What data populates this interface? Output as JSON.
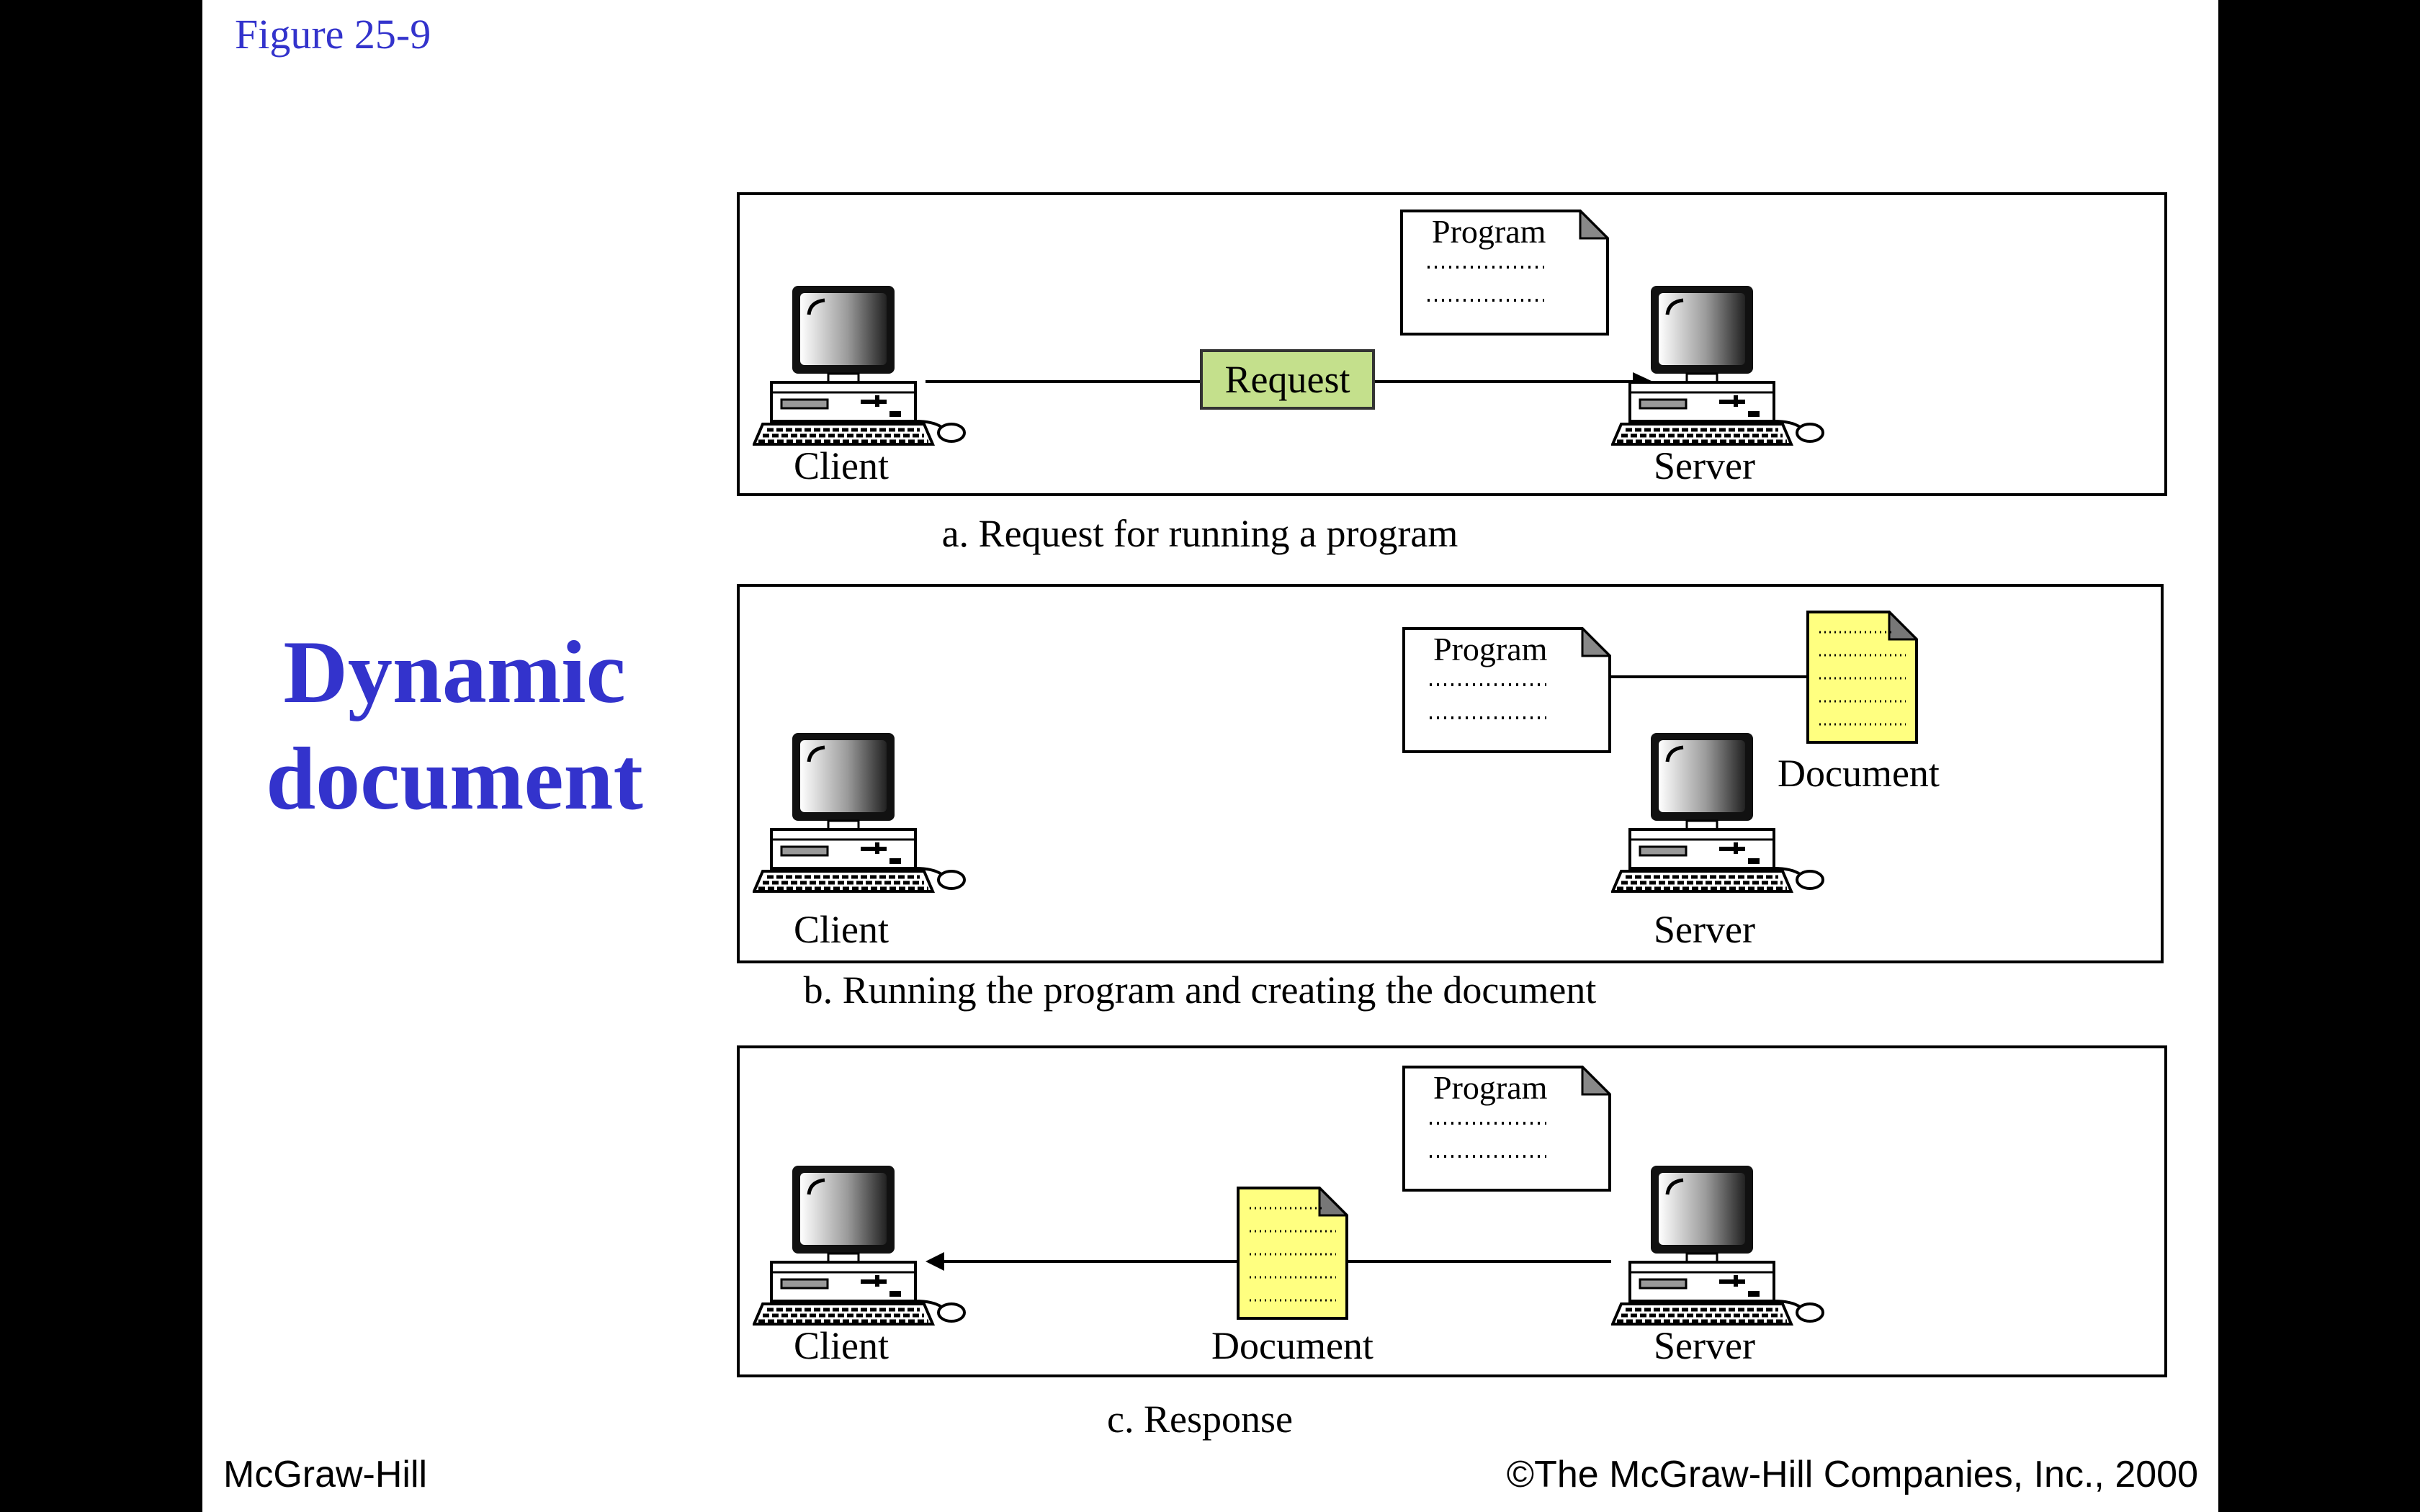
{
  "figure_label": "Figure  25-9",
  "title_line1": "Dynamic",
  "title_line2": "document",
  "panels": [
    {
      "client_label": "Client",
      "server_label": "Server",
      "program_label": "Program",
      "request_label": "Request",
      "caption": "a. Request for running a program"
    },
    {
      "client_label": "Client",
      "server_label": "Server",
      "program_label": "Program",
      "document_label": "Document",
      "caption": "b. Running the program and creating the document"
    },
    {
      "client_label": "Client",
      "server_label": "Server",
      "program_label": "Program",
      "document_label": "Document",
      "caption": "c. Response"
    }
  ],
  "footer_left": "McGraw-Hill",
  "footer_right": "©The McGraw-Hill Companies, Inc., 2000",
  "colors": {
    "title": "#3333cc",
    "request_fill": "#c4e08c",
    "document_fill": "#ffff80",
    "background": "#000000"
  },
  "icons": [
    "computer-icon",
    "program-note-icon",
    "document-icon",
    "arrow-right-icon",
    "arrow-left-icon"
  ]
}
